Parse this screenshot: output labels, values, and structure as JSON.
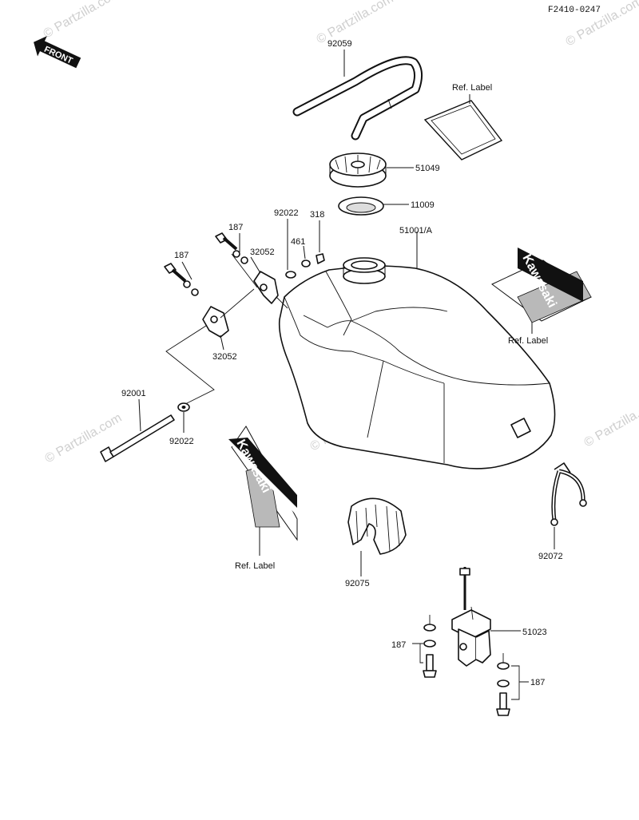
{
  "figure_code": "F2410-0247",
  "front_badge": "FRONT",
  "watermark": "© Partzilla.com",
  "part_numbers": {
    "fuel_hose": "92059",
    "tank_cap": "51049",
    "cap_gasket": "11009",
    "fuel_tank": "51001/A",
    "bracket_upper": "32052",
    "bracket_lower": "32052",
    "bolt_upper": "187",
    "bolt_left": "187",
    "washer_upper": "92022",
    "washer_461": "461",
    "nut_318": "318",
    "long_bolt": "92001",
    "washer_lower": "92022",
    "strap": "92072",
    "cushion": "92075",
    "fuel_cock": "51023",
    "cock_bolts_left": "187",
    "cock_bolts_right": "187"
  },
  "ref_labels": {
    "label_top": "Ref. Label",
    "label_right": "Ref. Label",
    "label_left": "Ref. Label"
  },
  "decal_brand": "Kawasaki"
}
